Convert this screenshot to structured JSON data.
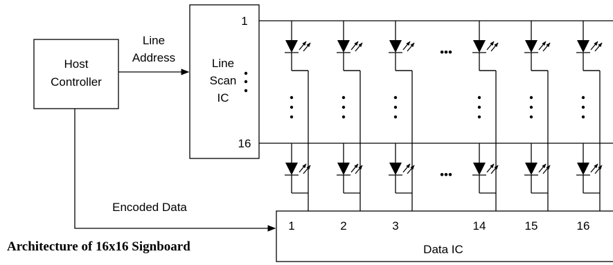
{
  "host_controller": {
    "line1": "Host",
    "line2": "Controller"
  },
  "line_address": {
    "line1": "Line",
    "line2": "Address"
  },
  "line_scan_ic": {
    "line1": "Line",
    "line2": "Scan",
    "line3": "IC",
    "row_first": "1",
    "row_last": "16"
  },
  "encoded_data": "Encoded Data",
  "data_ic": {
    "label": "Data IC",
    "columns": [
      "1",
      "2",
      "3",
      "14",
      "15",
      "16"
    ]
  },
  "ellipsis": "•••",
  "caption": "Architecture of 16x16 Signboard"
}
